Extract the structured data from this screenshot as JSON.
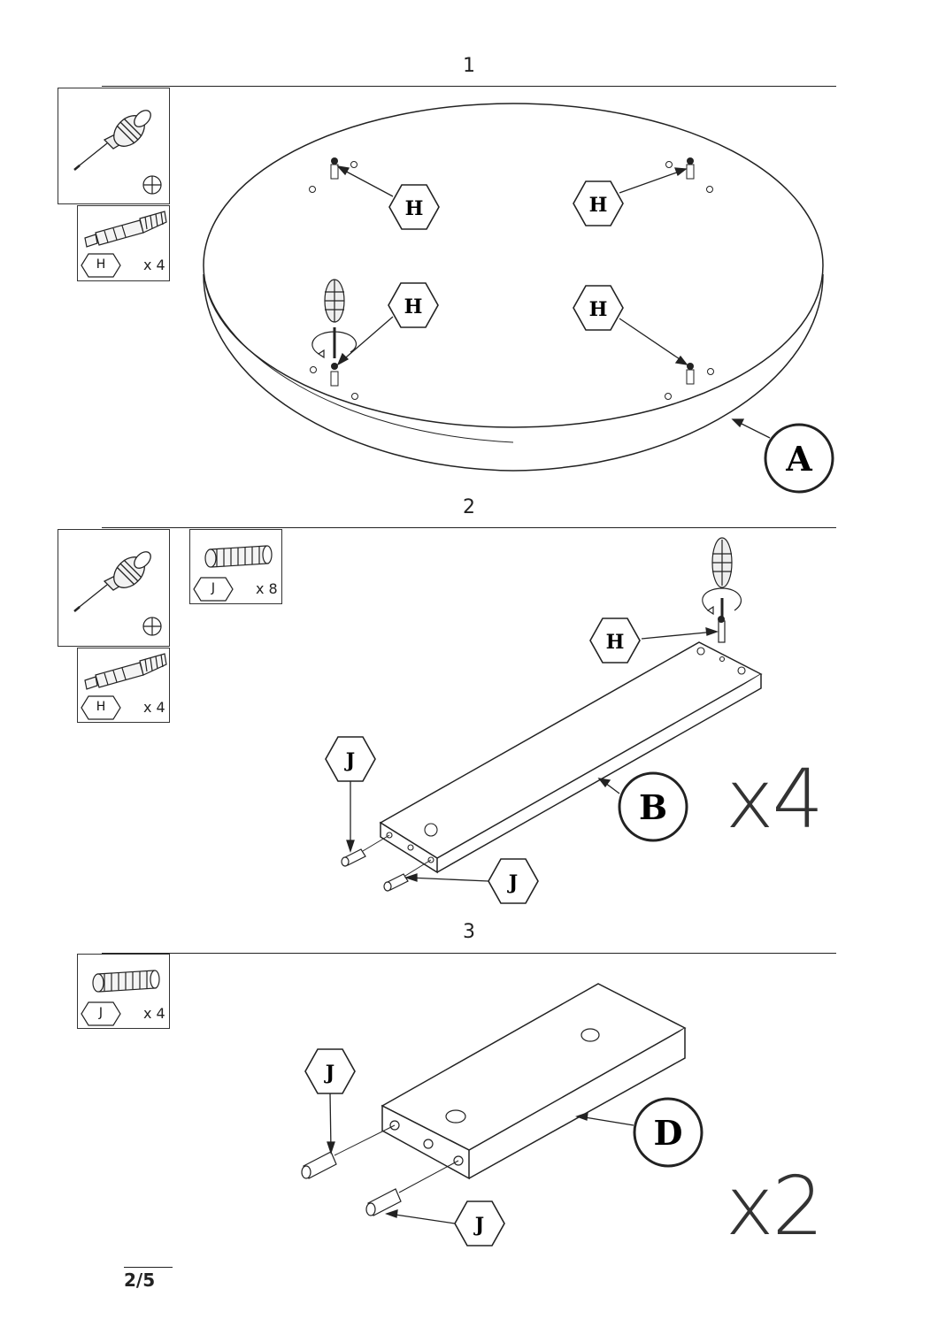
{
  "page": {
    "number": "2/5"
  },
  "steps": [
    {
      "number": "1",
      "tool_icon": "screwdriver-icon",
      "tool_tip_icon": "phillips-icon",
      "parts": [
        {
          "code": "H",
          "qty": "x 4",
          "icon": "cam-bolt-icon"
        }
      ],
      "labels": {
        "hex": [
          "H",
          "H",
          "H",
          "H"
        ],
        "panel": "A"
      },
      "multiplier": ""
    },
    {
      "number": "2",
      "tool_icon": "screwdriver-icon",
      "tool_tip_icon": "phillips-icon",
      "parts": [
        {
          "code": "J",
          "qty": "x 8",
          "icon": "dowel-icon"
        },
        {
          "code": "H",
          "qty": "x 4",
          "icon": "cam-bolt-icon"
        }
      ],
      "labels": {
        "hex": [
          "H",
          "J",
          "J"
        ],
        "panel": "B"
      },
      "multiplier": "x4"
    },
    {
      "number": "3",
      "parts": [
        {
          "code": "J",
          "qty": "x 4",
          "icon": "dowel-icon"
        }
      ],
      "labels": {
        "hex": [
          "J",
          "J"
        ],
        "panel": "D"
      },
      "multiplier": "x2"
    }
  ]
}
